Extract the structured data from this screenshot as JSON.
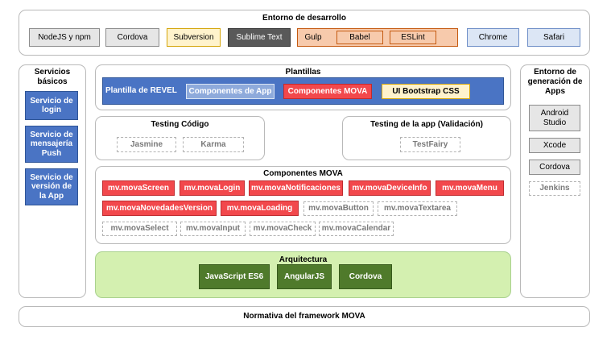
{
  "entorno_desarrollo": {
    "title": "Entorno de desarrollo",
    "nodejs": "NodeJS y npm",
    "cordova": "Cordova",
    "subversion": "Subversion",
    "sublime": "Sublime Text",
    "gulp": "Gulp",
    "babel": "Babel",
    "eslint": "ESLint",
    "chrome": "Chrome",
    "safari": "Safari"
  },
  "servicios": {
    "title": "Servicios básicos",
    "login": "Servicio de login",
    "push": "Servicio de mensajería Push",
    "version": "Servicio de versión de la App"
  },
  "plantillas": {
    "title": "Plantillas",
    "revel": "Plantilla de REVEL",
    "componentes_app": "Componentes de App",
    "componentes_mova": "Componentes MOVA",
    "ui_bootstrap": "UI Bootstrap CSS"
  },
  "testing_codigo": {
    "title": "Testing Código",
    "jasmine": "Jasmine",
    "karma": "Karma"
  },
  "testing_app": {
    "title": "Testing de la app (Validación)",
    "testfairy": "TestFairy"
  },
  "componentes_mova": {
    "title": "Componentes MOVA",
    "items": [
      "mv.movaScreen",
      "mv.movaLogin",
      "mv.movaNotificaciones",
      "mv.movaDeviceInfo",
      "mv.movaMenu",
      "mv.movaNovedadesVersion",
      "mv.movaLoading",
      "mv.movaButton",
      "mv.movaTextarea",
      "mv.movaSelect",
      "mv.movaInput",
      "mv.movaCheck",
      "mv.movaCalendar"
    ]
  },
  "arquitectura": {
    "title": "Arquitectura",
    "js": "JavaScript ES6",
    "angular": "AngularJS",
    "cordova": "Cordova"
  },
  "entorno_generacion": {
    "title": "Entorno de generación de Apps",
    "android": "Android Studio",
    "xcode": "Xcode",
    "cordova": "Cordova",
    "jenkins": "Jenkins"
  },
  "normativa": "Normativa del framework MOVA",
  "colors": {
    "red": "#f2484c",
    "blue": "#4a74c4",
    "light_blue": "#dce6f5",
    "dark_green": "#4f7a2b",
    "light_green": "#d4f0b0",
    "orange": "#f7caac",
    "yellow_bg": "#fff3cc",
    "dark_gray": "#595959",
    "light_gray": "#e6e6e6"
  }
}
